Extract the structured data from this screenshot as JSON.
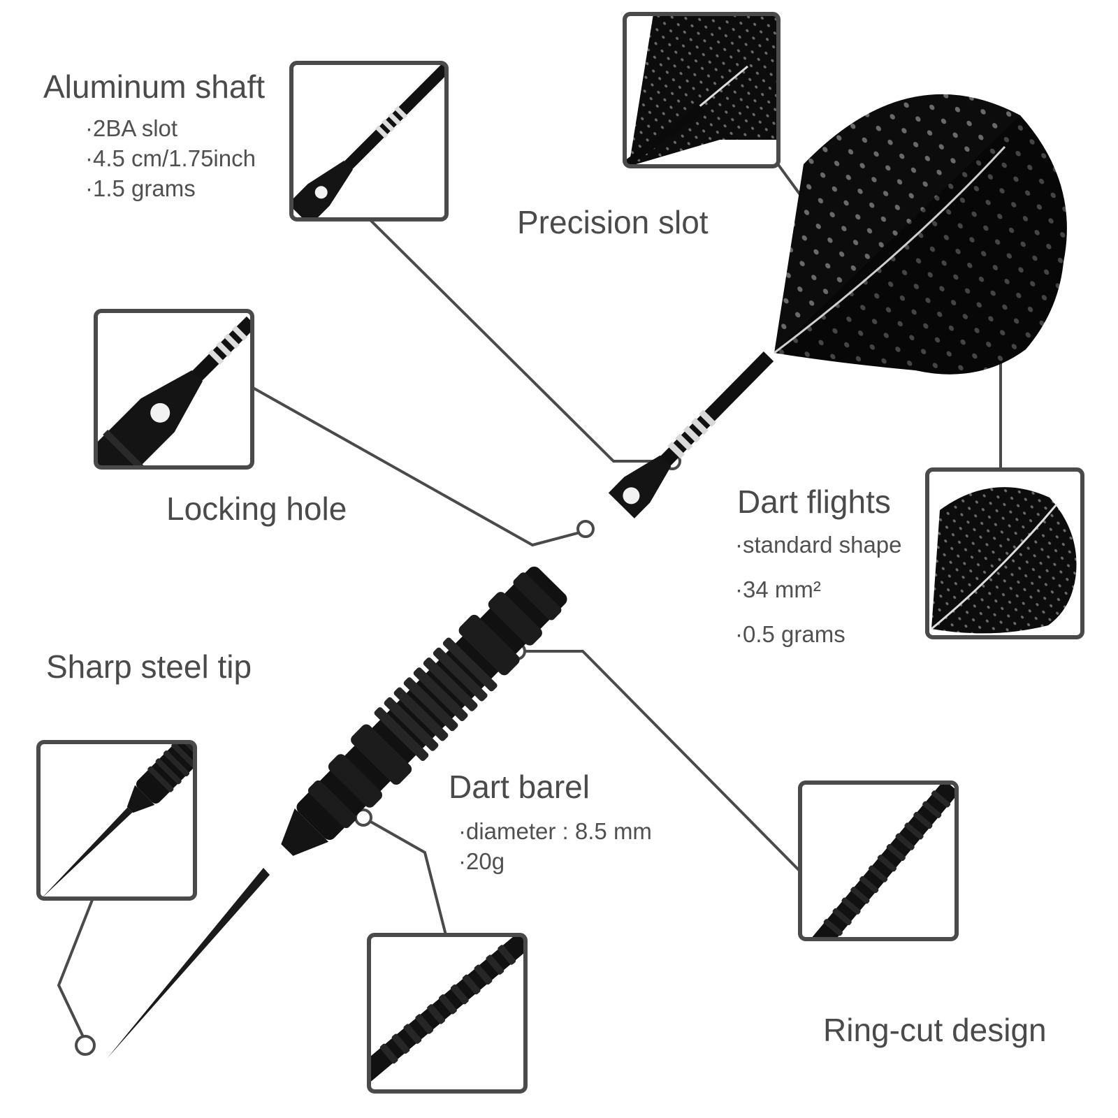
{
  "colors": {
    "background": "#ffffff",
    "callout_line": "#4a4a4a",
    "dart_body": "#101010",
    "dart_highlight": "#d9d9d9",
    "text": "#4a4a4a"
  },
  "callouts": {
    "aluminum_shaft": {
      "title": "Aluminum shaft",
      "specs": [
        "2BA slot",
        "4.5 cm/1.75inch",
        "1.5 grams"
      ]
    },
    "precision_slot": {
      "title": "Precision slot"
    },
    "locking_hole": {
      "title": "Locking hole"
    },
    "dart_flights": {
      "title": "Dart flights",
      "specs": [
        "standard shape",
        "34 mm²",
        "0.5 grams"
      ]
    },
    "sharp_steel_tip": {
      "title": "Sharp steel tip"
    },
    "dart_barrel": {
      "title": "Dart barel",
      "specs": [
        "diameter : 8.5 mm",
        "20g"
      ]
    },
    "ring_cut_design": {
      "title": "Ring-cut design"
    }
  }
}
